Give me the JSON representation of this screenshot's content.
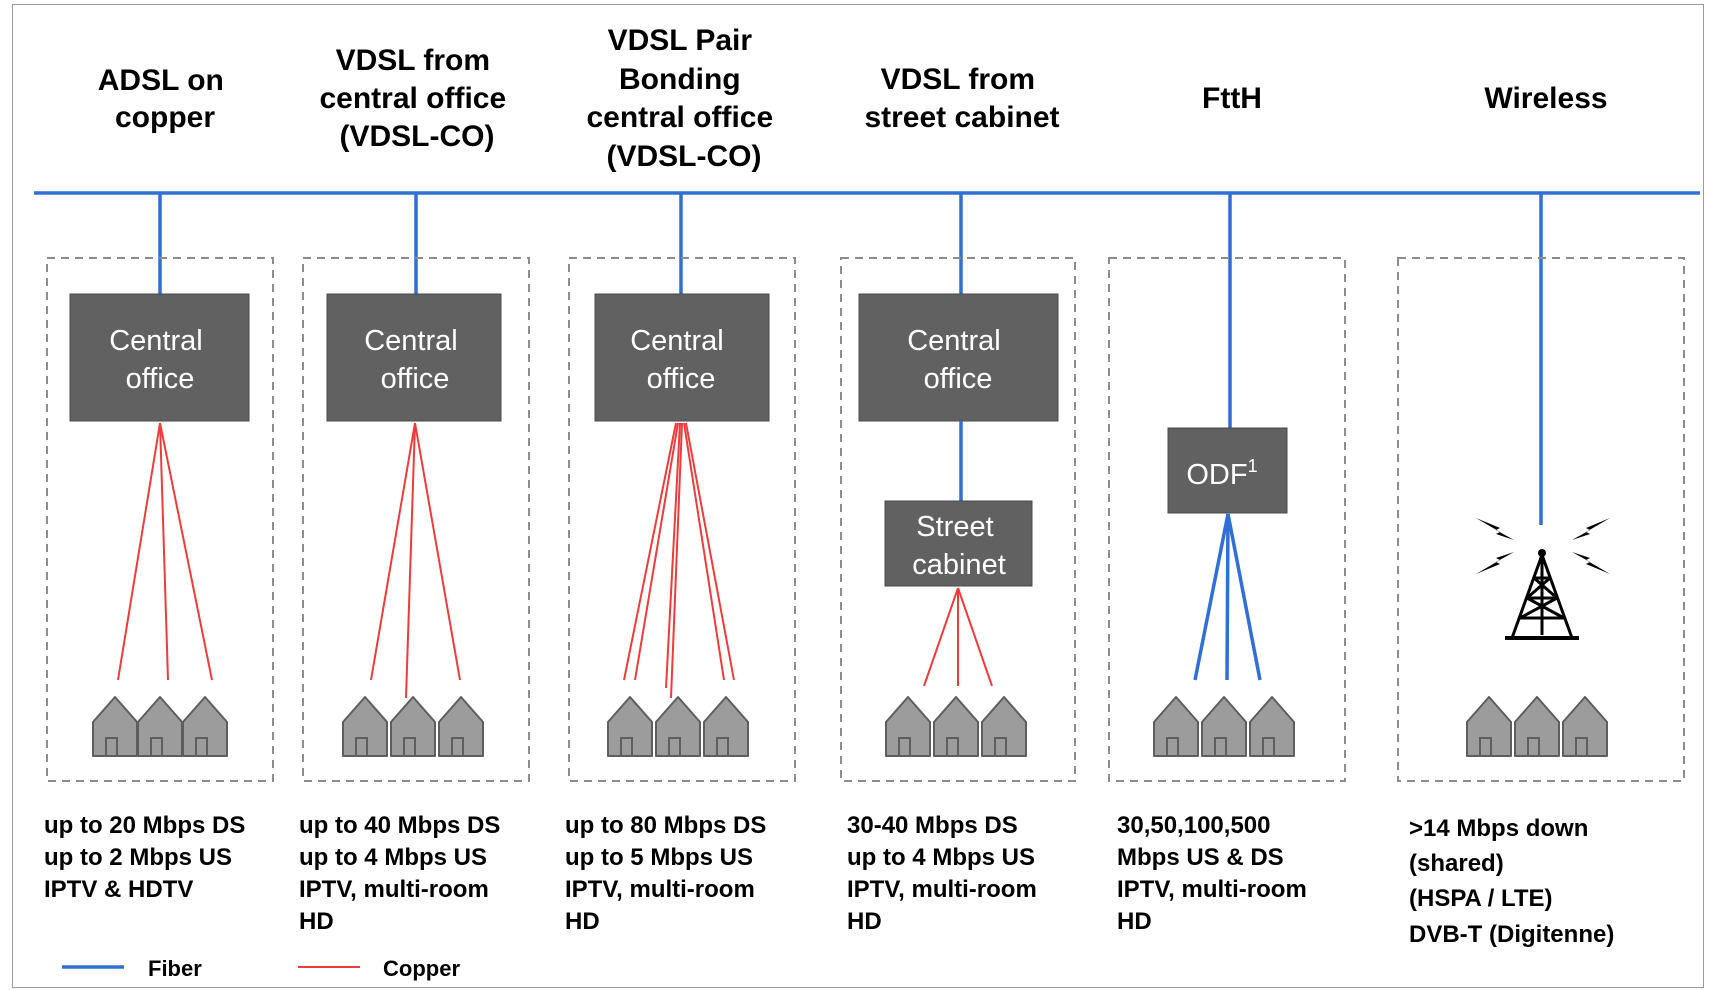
{
  "columns": [
    {
      "title": [
        "ADSL on",
        "copper"
      ],
      "boxes": [
        [
          "Central",
          "office"
        ]
      ],
      "caption": [
        "up to 20 Mbps DS",
        "up to 2 Mbps US",
        "IPTV & HDTV"
      ],
      "access": "copper"
    },
    {
      "title": [
        "VDSL from",
        "central office",
        "(VDSL-CO)"
      ],
      "boxes": [
        [
          "Central",
          "office"
        ]
      ],
      "caption": [
        "up to 40 Mbps DS",
        "up to 4 Mbps US",
        "IPTV, multi-room",
        "HD"
      ],
      "access": "copper"
    },
    {
      "title": [
        "VDSL Pair",
        "Bonding",
        "central office",
        "(VDSL-CO)"
      ],
      "boxes": [
        [
          "Central",
          "office"
        ]
      ],
      "caption": [
        "up to 80 Mbps DS",
        "up to 5 Mbps US",
        "IPTV, multi-room",
        "HD"
      ],
      "access": "copper"
    },
    {
      "title": [
        "VDSL from",
        "street cabinet"
      ],
      "boxes": [
        [
          "Central",
          "office"
        ],
        [
          "Street",
          "cabinet"
        ]
      ],
      "caption": [
        "30-40 Mbps DS",
        "up to 4 Mbps US",
        "IPTV, multi-room",
        "HD"
      ],
      "access": "copper"
    },
    {
      "title": [
        "FttH"
      ],
      "boxes": [
        [
          "ODF"
        ]
      ],
      "box_superscript": "1",
      "caption": [
        "30,50,100,500",
        "Mbps US & DS",
        "IPTV, multi-room",
        "HD"
      ],
      "access": "fiber"
    },
    {
      "title": [
        "Wireless"
      ],
      "boxes": [],
      "caption": [
        ">14 Mbps down",
        "(shared)",
        "(HSPA / LTE)",
        "DVB-T (Digitenne)"
      ],
      "access": "wireless"
    }
  ],
  "legend": {
    "fiber_label": "Fiber",
    "copper_label": "Copper"
  },
  "colors": {
    "fiber": "#2f6fd6",
    "copper": "#ef3b3b",
    "node_box": "#616161",
    "house": "#9c9c9c",
    "dashed_border": "#8c8c8c"
  }
}
